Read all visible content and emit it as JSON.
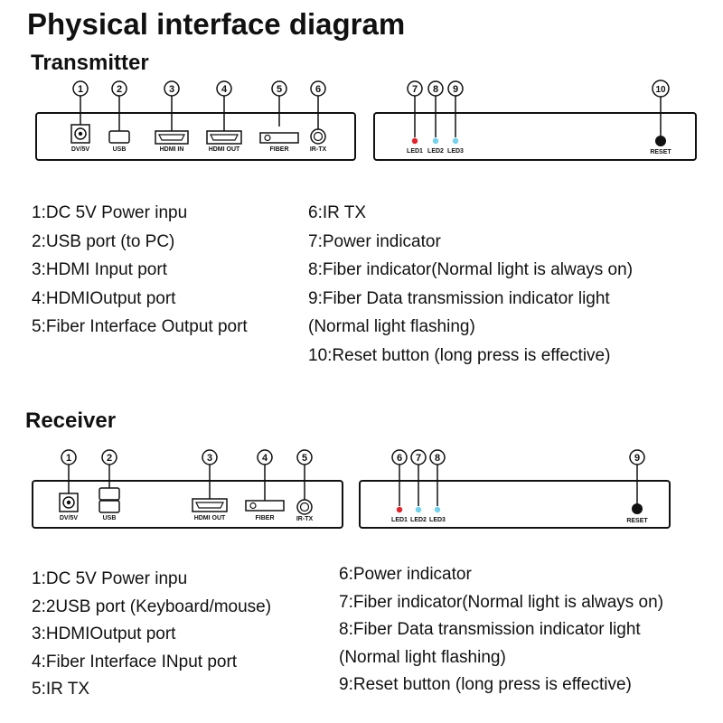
{
  "title": "Physical interface diagram",
  "transmitter": {
    "heading": "Transmitter",
    "ports": [
      {
        "num": "1",
        "label": "DV/5V"
      },
      {
        "num": "2",
        "label": "USB"
      },
      {
        "num": "3",
        "label": "HDMI IN"
      },
      {
        "num": "4",
        "label": "HDMI OUT"
      },
      {
        "num": "5",
        "label": "FIBER"
      },
      {
        "num": "6",
        "label": "IR-TX"
      }
    ],
    "indicators": [
      {
        "num": "7",
        "label": "LED1",
        "color": "#e8202a"
      },
      {
        "num": "8",
        "label": "LED2",
        "color": "#6fd3ee"
      },
      {
        "num": "9",
        "label": "LED3",
        "color": "#6fd3ee"
      },
      {
        "num": "10",
        "label": "RESET"
      }
    ],
    "left_items": [
      "1:DC 5V Power inpu",
      "2:USB port (to PC)",
      "3:HDMI Input port",
      "4:HDMIOutput port",
      "5:Fiber Interface Output port"
    ],
    "right_items": [
      "6:IR TX",
      "7:Power indicator",
      "8:Fiber indicator(Normal light is always on)",
      "9:Fiber Data transmission indicator light",
      "(Normal light flashing)",
      "10:Reset button (long press is effective)"
    ]
  },
  "receiver": {
    "heading": "Receiver",
    "ports": [
      {
        "num": "1",
        "label": "DV/5V"
      },
      {
        "num": "2",
        "label": "USB"
      },
      {
        "num": "3",
        "label": "HDMI OUT"
      },
      {
        "num": "4",
        "label": "FIBER"
      },
      {
        "num": "5",
        "label": "IR-TX"
      }
    ],
    "indicators": [
      {
        "num": "6",
        "label": "LED1",
        "color": "#e8202a"
      },
      {
        "num": "7",
        "label": "LED2",
        "color": "#6fd3ee"
      },
      {
        "num": "8",
        "label": "LED3",
        "color": "#6fd3ee"
      },
      {
        "num": "9",
        "label": "RESET"
      }
    ],
    "left_items": [
      "1:DC 5V Power inpu",
      "2:2USB port (Keyboard/mouse)",
      "3:HDMIOutput port",
      "4:Fiber Interface INput port",
      "5:IR TX"
    ],
    "right_items": [
      "6:Power indicator",
      "7:Fiber indicator(Normal light is always on)",
      "8:Fiber Data transmission indicator light",
      "(Normal light flashing)",
      "9:Reset button (long press is effective)"
    ]
  }
}
